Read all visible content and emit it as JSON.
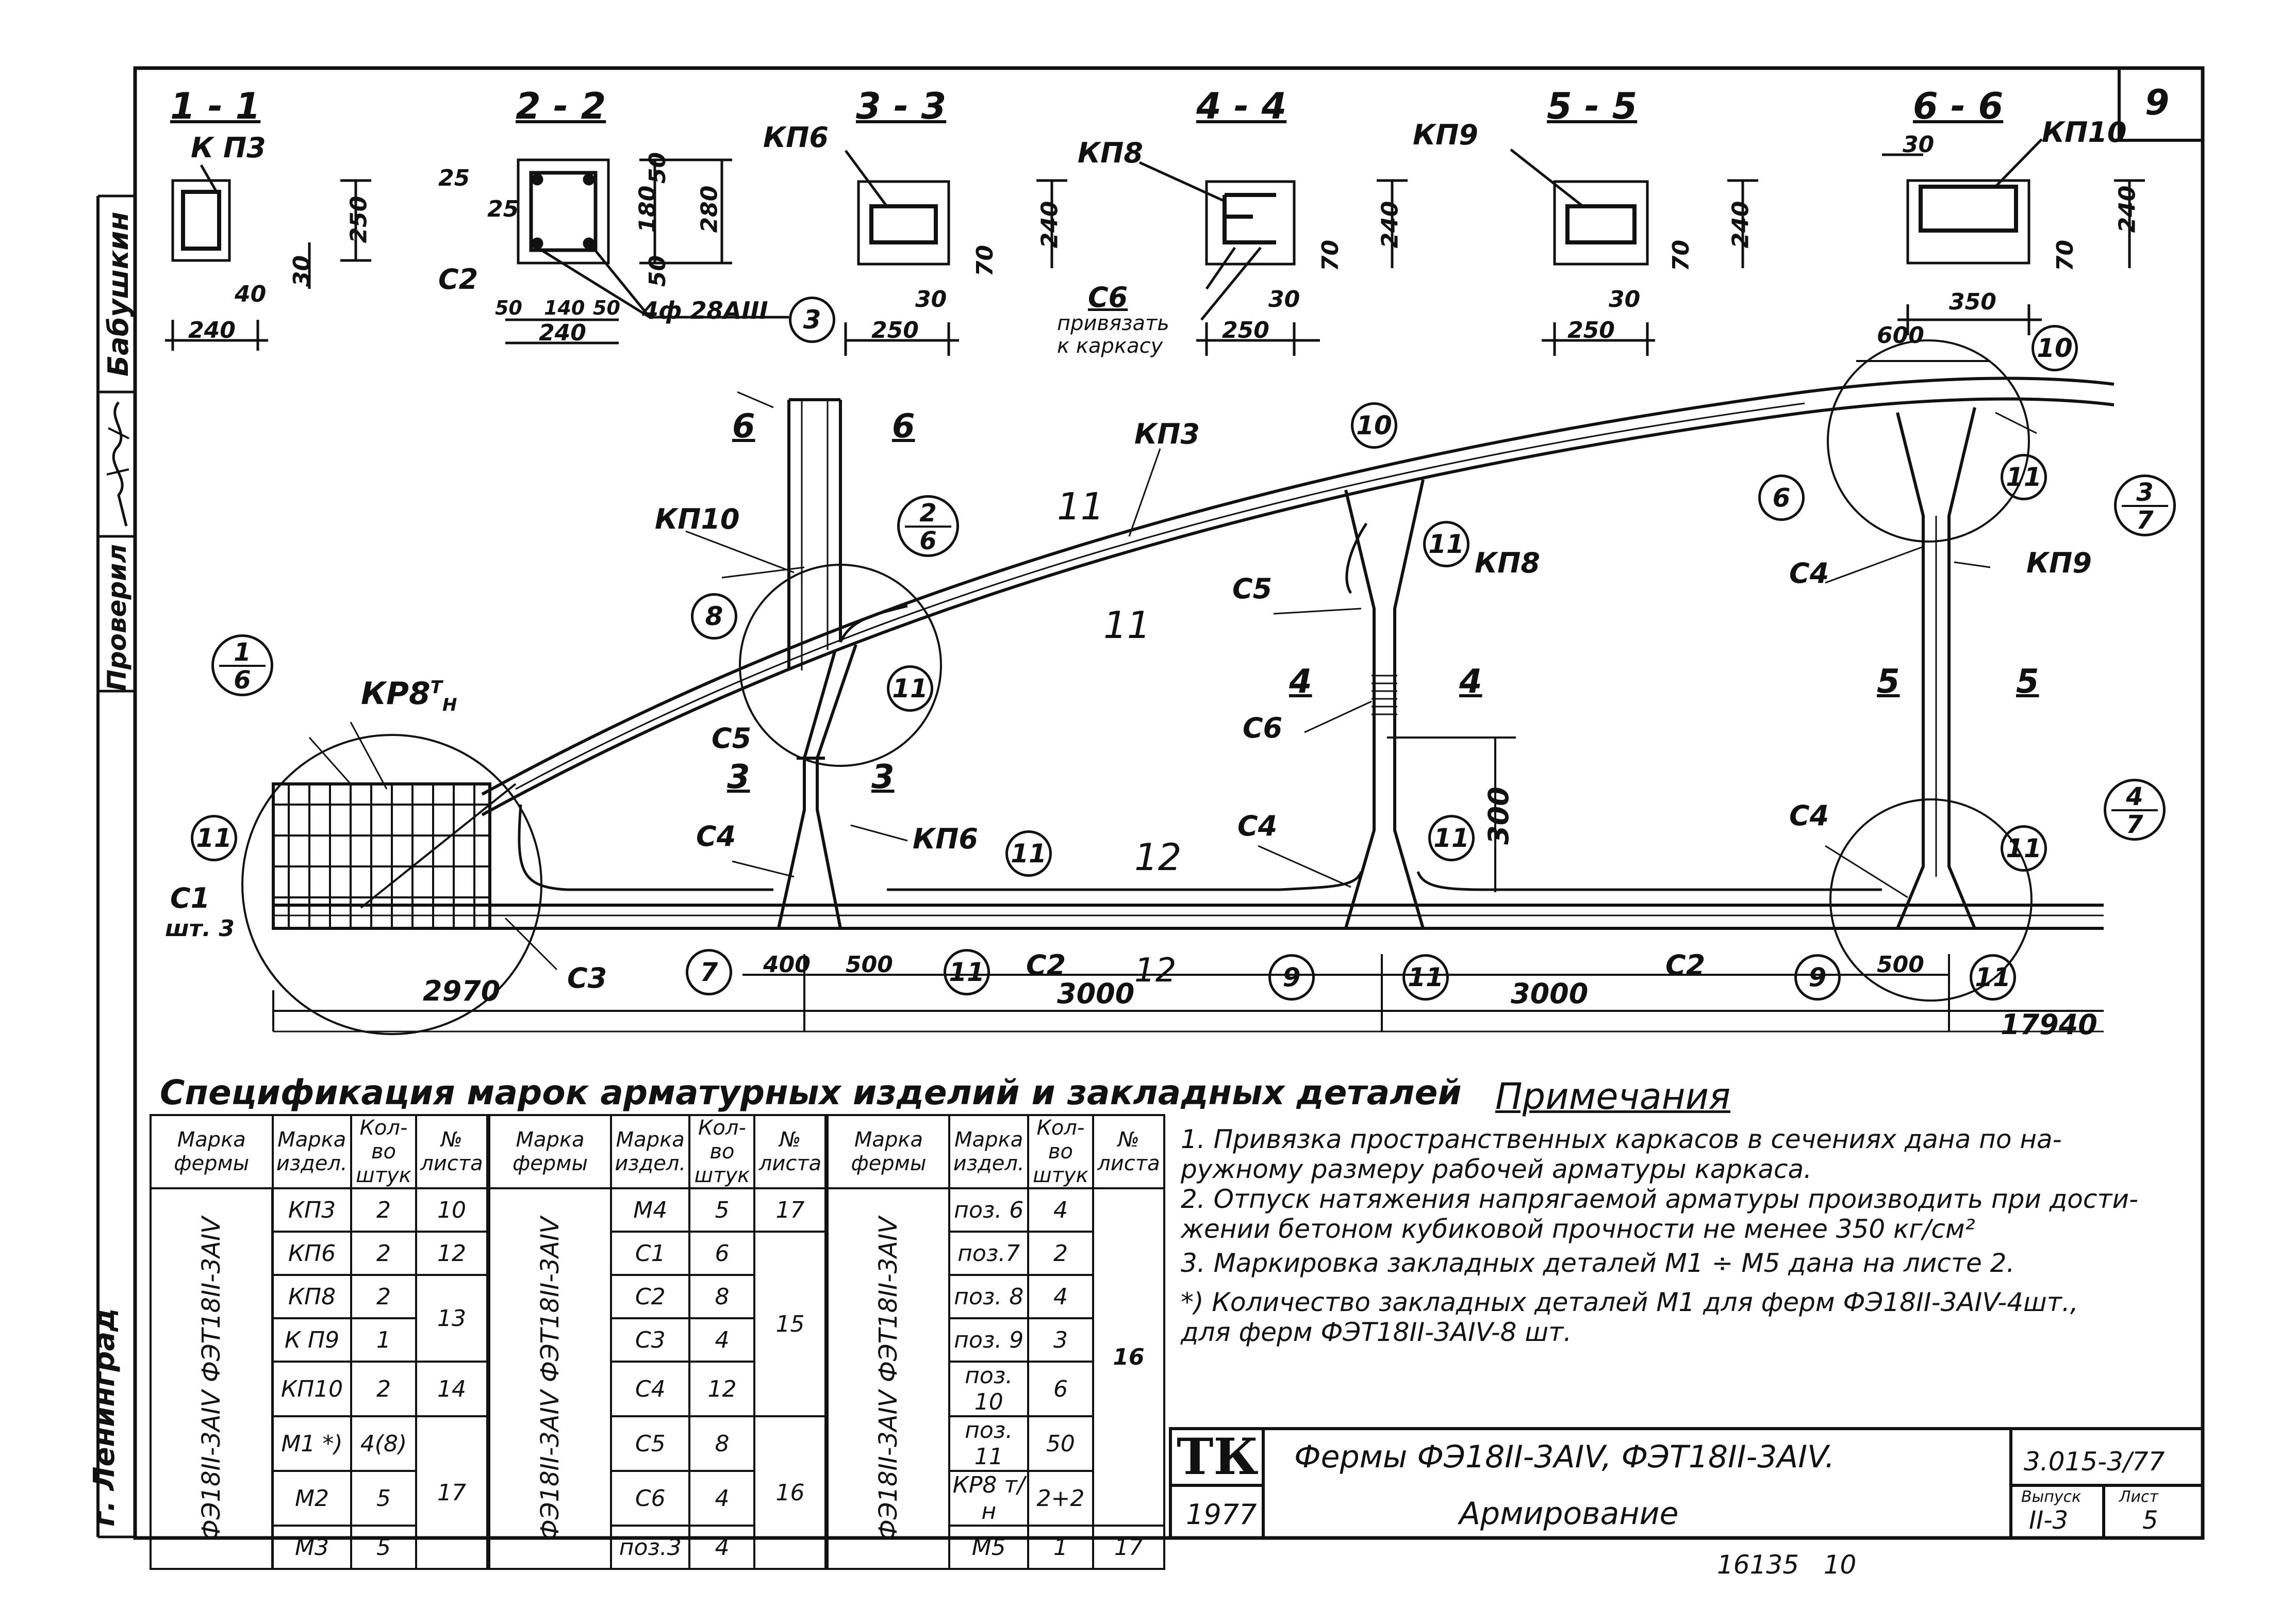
{
  "sheet": {
    "number": "9",
    "stamp_handwritten": "16135   10"
  },
  "side_strip": {
    "role_checked": "Проверил",
    "signature_name": "Бабушкин",
    "city": "г. Ленинград"
  },
  "sections": [
    {
      "title": "1 - 1",
      "mark": "К П3",
      "dims": [
        "250",
        "40",
        "30",
        "240"
      ]
    },
    {
      "title": "2 - 2",
      "mark": "С2",
      "dims": [
        "25",
        "25",
        "180",
        "50",
        "50",
        "280",
        "50",
        "140",
        "50",
        "240"
      ],
      "rebar": "4ф 28АIII",
      "callout": "3"
    },
    {
      "title": "3 - 3",
      "mark": "КП6",
      "dims": [
        "240",
        "70",
        "30",
        "250"
      ]
    },
    {
      "title": "4 - 4",
      "mark": "КП8",
      "dims": [
        "240",
        "70",
        "30",
        "250"
      ],
      "extra_mark": "С6",
      "note": "привязать к каркасу"
    },
    {
      "title": "5 - 5",
      "mark": "КП9",
      "dims": [
        "240",
        "70",
        "30",
        "250"
      ]
    },
    {
      "title": "6 - 6",
      "mark": "КП10",
      "dims": [
        "30",
        "240",
        "70",
        "350"
      ]
    }
  ],
  "elevation": {
    "labels": {
      "kr8": "КР8",
      "kr8_sup": "Т",
      "kr8_sub": "Н",
      "kp3": "КП3",
      "kp10": "КП10",
      "kp8": "КП8",
      "kp9": "КП9",
      "kp6": "КП6",
      "c5a": "С5",
      "c5b": "С5",
      "c6": "С6",
      "c4a": "С4",
      "c4b": "С4",
      "c4c": "С4",
      "c4d": "С4",
      "c3": "С3",
      "c2a": "С2",
      "c2b": "С2",
      "c1": "С1",
      "c1_qty": "шт. 3",
      "sec6l": "6",
      "sec6r": "6",
      "sec3l": "3",
      "sec3r": "3",
      "sec4l": "4",
      "sec4r": "4",
      "sec5l": "5",
      "sec5r": "5",
      "bar11a": "11",
      "bar11b": "11",
      "bar12a": "12",
      "bar12b": "12"
    },
    "dims": {
      "d2970": "2970",
      "d400": "400",
      "d500a": "500",
      "d3000a": "3000",
      "d300": "300",
      "d3000b": "3000",
      "d500b": "500",
      "d600": "600",
      "d17940": "17940"
    },
    "callouts": [
      "11",
      "8",
      "11",
      "11",
      "7",
      "11",
      "10",
      "11",
      "9",
      "11",
      "11",
      "6",
      "11",
      "10",
      "9",
      "11",
      "11"
    ],
    "fractions": [
      {
        "top": "1",
        "bottom": "6"
      },
      {
        "top": "2",
        "bottom": "6"
      },
      {
        "top": "3",
        "bottom": "7"
      },
      {
        "top": "4",
        "bottom": "7"
      }
    ]
  },
  "spec": {
    "title": "Спецификация марок арматурных изделий и закладных деталей",
    "headers": [
      "Марка фермы",
      "Марка издел.",
      "Кол-во штук",
      "№ листа"
    ],
    "truss_mark": "ФЭ18II-3АIV ФЭТ18II-3АIV",
    "group1": [
      {
        "item": "КП3",
        "qty": "2",
        "sheet": "10"
      },
      {
        "item": "КП6",
        "qty": "2",
        "sheet": "12"
      },
      {
        "item": "КП8",
        "qty": "2",
        "sheet": "13"
      },
      {
        "item": "К П9",
        "qty": "1",
        "sheet": ""
      },
      {
        "item": "КП10",
        "qty": "2",
        "sheet": "14"
      },
      {
        "item": "М1 *)",
        "qty": "4(8)",
        "sheet": "17"
      },
      {
        "item": "М2",
        "qty": "5",
        "sheet": ""
      },
      {
        "item": "М3",
        "qty": "5",
        "sheet": ""
      }
    ],
    "group2": [
      {
        "item": "М4",
        "qty": "5",
        "sheet": "17"
      },
      {
        "item": "С1",
        "qty": "6",
        "sheet": "15"
      },
      {
        "item": "С2",
        "qty": "8",
        "sheet": ""
      },
      {
        "item": "С3",
        "qty": "4",
        "sheet": ""
      },
      {
        "item": "С4",
        "qty": "12",
        "sheet": ""
      },
      {
        "item": "С5",
        "qty": "8",
        "sheet": "16"
      },
      {
        "item": "С6",
        "qty": "4",
        "sheet": ""
      },
      {
        "item": "поз.3",
        "qty": "4",
        "sheet": ""
      }
    ],
    "group3": [
      {
        "item": "поз. 6",
        "qty": "4",
        "sheet": "16"
      },
      {
        "item": "поз.7",
        "qty": "2",
        "sheet": ""
      },
      {
        "item": "поз. 8",
        "qty": "4",
        "sheet": ""
      },
      {
        "item": "поз. 9",
        "qty": "3",
        "sheet": ""
      },
      {
        "item": "поз. 10",
        "qty": "6",
        "sheet": ""
      },
      {
        "item": "поз. 11",
        "qty": "50",
        "sheet": ""
      },
      {
        "item": "КР8 т/н",
        "qty": "2+2",
        "sheet": ""
      },
      {
        "item": "М5",
        "qty": "1",
        "sheet": "17"
      }
    ]
  },
  "notes": {
    "title": "Примечания",
    "lines": [
      "1. Привязка пространственных каркасов в сечениях дана по на-",
      "    ружному размеру рабочей арматуры каркаса.",
      "2. Отпуск натяжения напрягаемой арматуры производить при дости-",
      "    жении бетоном кубиковой прочности не менее 350 кг/см²",
      "3. Маркировка закладных деталей  М1 ÷ М5 дана на листе 2.",
      "*) Количество закладных деталей М1 для ферм ФЭ18II-3АIV-4шт.,",
      "    для ферм  ФЭТ18II-3АIV-8 шт."
    ]
  },
  "title_block": {
    "org": "ТК",
    "year": "1977",
    "title1": "Фермы ФЭ18II-3АIV,  ФЭТ18II-3АIV.",
    "title2": "Армирование",
    "series": "3.015-3/77",
    "issue_label": "Выпуск",
    "issue": "II-3",
    "sheet_label": "Лист",
    "sheet": "5"
  }
}
